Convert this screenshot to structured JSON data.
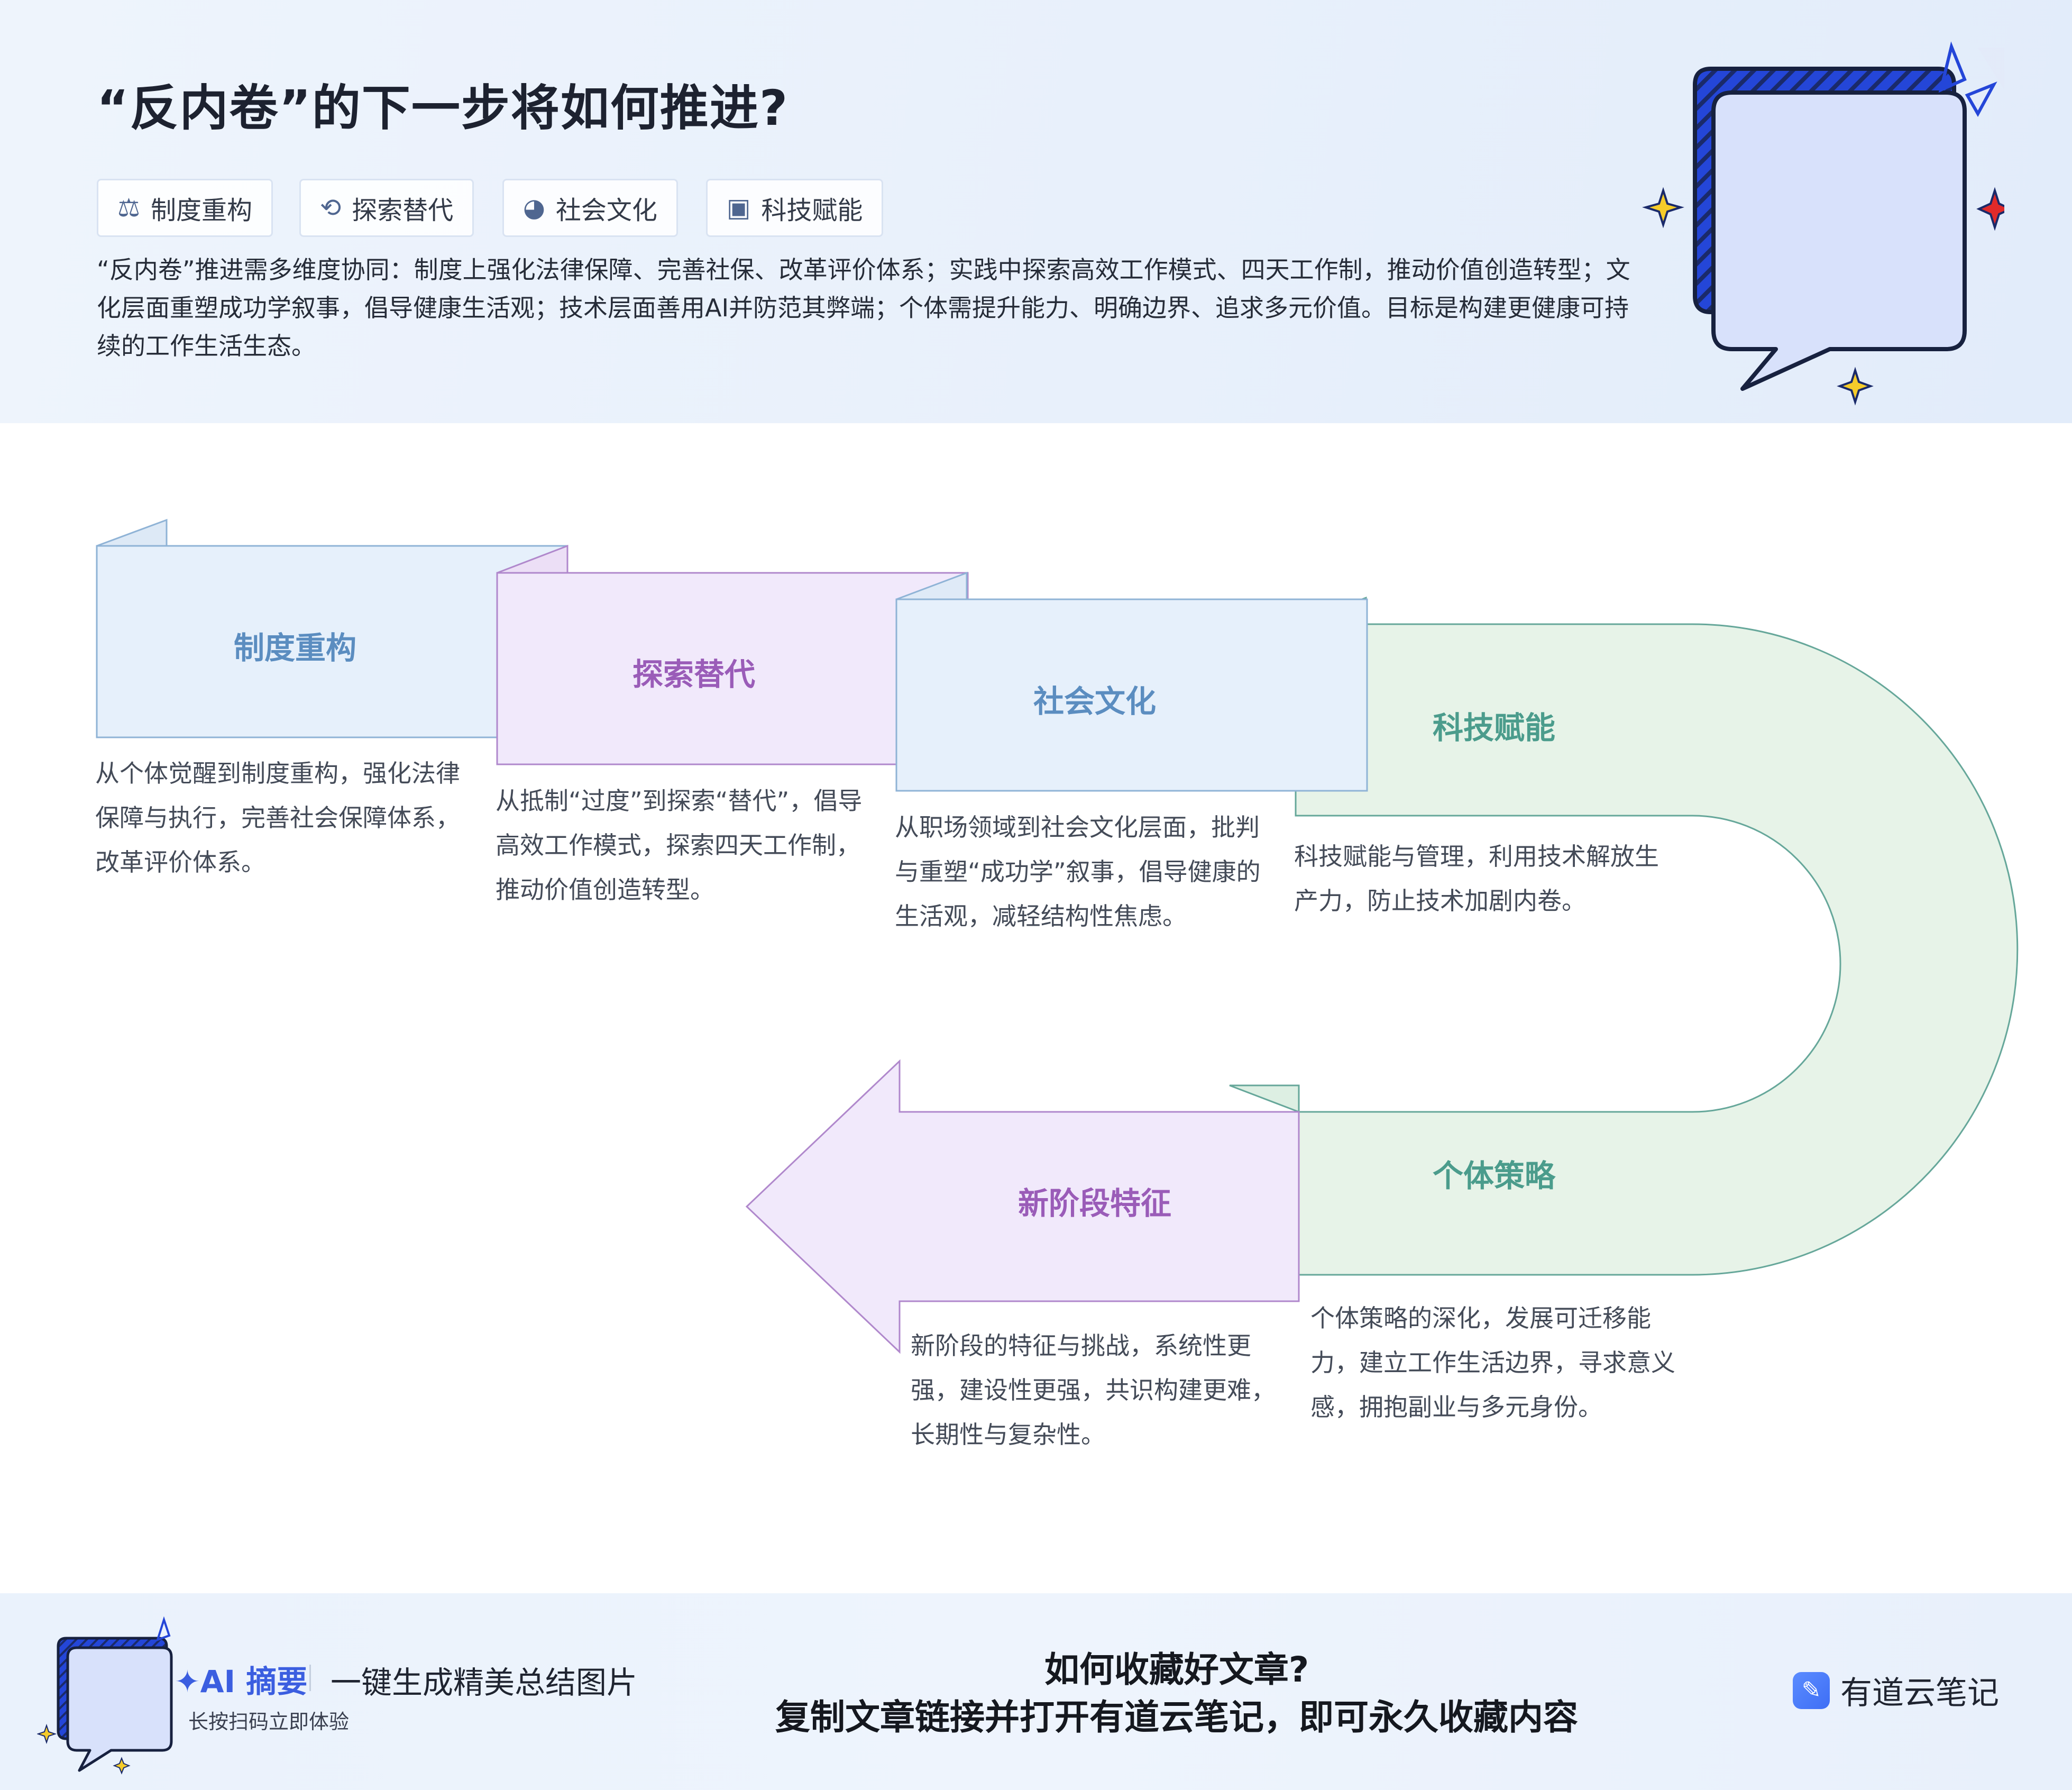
{
  "header": {
    "title": "“反内卷”的下一步将如何推进?",
    "tags": [
      {
        "icon": "⚖",
        "label": "制度重构"
      },
      {
        "icon": "⟲",
        "label": "探索替代"
      },
      {
        "icon": "◕",
        "label": "社会文化"
      },
      {
        "icon": "▣",
        "label": "科技赋能"
      }
    ],
    "summary": "“反内卷”推进需多维度协同：制度上强化法律保障、完善社保、改革评价体系；实践中探索高效工作模式、四天工作制，推动价值创造转型；文化层面重塑成功学叙事，倡导健康生活观；技术层面善用AI并防范其弊端；个体需提升能力、明确边界、追求多元价值。目标是构建更健康可持续的工作生活生态。"
  },
  "steps": [
    {
      "title": "制度重构",
      "desc": [
        "从个体觉醒到制度重构，强化法律",
        "保障与执行，完善社会保障体系，",
        "改革评价体系。"
      ]
    },
    {
      "title": "探索替代",
      "desc": [
        "从抵制“过度”到探索“替代”，倡导",
        "高效工作模式，探索四天工作制，",
        "推动价值创造转型。"
      ]
    },
    {
      "title": "社会文化",
      "desc": [
        "从职场领域到社会文化层面，批判",
        "与重塑“成功学”叙事，倡导健康的",
        "生活观，减轻结构性焦虑。"
      ]
    },
    {
      "title": "科技赋能",
      "desc": [
        "科技赋能与管理，利用技术解放生",
        "产力，防止技术加剧内卷。"
      ]
    },
    {
      "title": "个体策略",
      "desc": [
        "个体策略的深化，发展可迁移能",
        "力，建立工作生活边界，寻求意义",
        "感，拥抱副业与多元身份。"
      ]
    },
    {
      "title": "新阶段特征",
      "desc": [
        "新阶段的特征与挑战，系统性更",
        "强，建设性更强，共识构建更难，",
        "长期性与复杂性。"
      ]
    }
  ],
  "footer": {
    "badge": "✦AI 摘要",
    "slogan": "一键生成精美总结图片",
    "sub": "长按扫码立即体验",
    "center_line1": "如何收藏好文章?",
    "center_line2": "复制文章链接并打开有道云笔记，即可永久收藏内容",
    "brand": "有道云笔记",
    "brand_icon": "pencil-icon"
  },
  "colors": {
    "blue_fill": "#e6f0fb",
    "blue_stroke": "#8fb3d6",
    "blue_text": "#5b8dc0",
    "purple_fill": "#f1e9fb",
    "purple_stroke": "#b088cc",
    "purple_text": "#9a5cb8",
    "green_fill": "#e7f3e8",
    "green_stroke": "#66a79a",
    "green_text": "#4b9c8c",
    "accent": "#2446d8"
  }
}
